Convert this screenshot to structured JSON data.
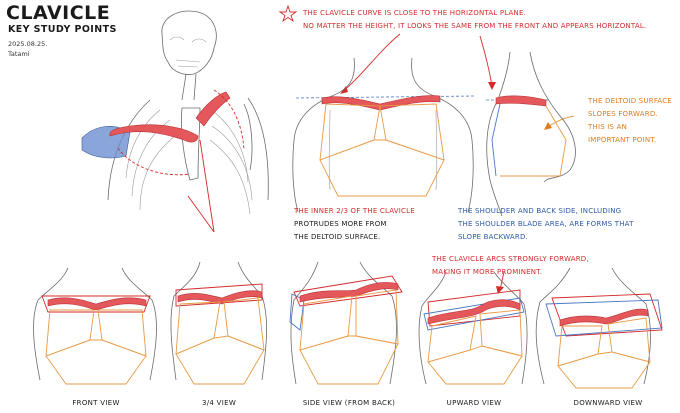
{
  "header": {
    "title": "CLAVICLE",
    "subtitle": "KEY STUDY POINTS",
    "date": "2025.08.25.",
    "author": "Tatami"
  },
  "notes": {
    "top_line1": "THE CLAVICLE CURVE IS CLOSE TO THE HORIZONTAL PLANE.",
    "top_line2": "NO MATTER THE HEIGHT,  IT LOOKS THE SAME FROM THE FRONT AND APPEARS HORIZONTAL.",
    "deltoid_line1": "THE DELTOID SURFACE",
    "deltoid_line2": "SLOPES FORWARD.",
    "deltoid_line3": "THIS IS AN",
    "deltoid_line4": "IMPORTANT POINT.",
    "inner_line1": "THE INNER 2/3 OF THE CLAVICLE",
    "inner_line2": "PROTRUDES MORE FROM",
    "inner_line3": "THE DELTOID SURFACE.",
    "shoulder_line1": "THE SHOULDER AND BACK SIDE, INCLUDING",
    "shoulder_line2": "THE SHOULDER BLADE AREA, ARE FORMS THAT",
    "shoulder_line3": "SLOPE BACKWARD.",
    "arc_line1": "THE CLAVICLE ARCS STRONGLY FORWARD,",
    "arc_line2": "MAKING IT MORE PROMINENT."
  },
  "captions": {
    "front": "FRONT VIEW",
    "three_quarter": "3/4 VIEW",
    "side_back": "SIDE VIEW (FROM BACK)",
    "upward": "UPWARD VIEW",
    "downward": "DOWNWARD VIEW"
  },
  "colors": {
    "red": "#d42a2a",
    "orange": "#e07b1a",
    "blue": "#2c5aa8",
    "clavicle": "#e4575a",
    "sketch": "#6b6b6b"
  }
}
